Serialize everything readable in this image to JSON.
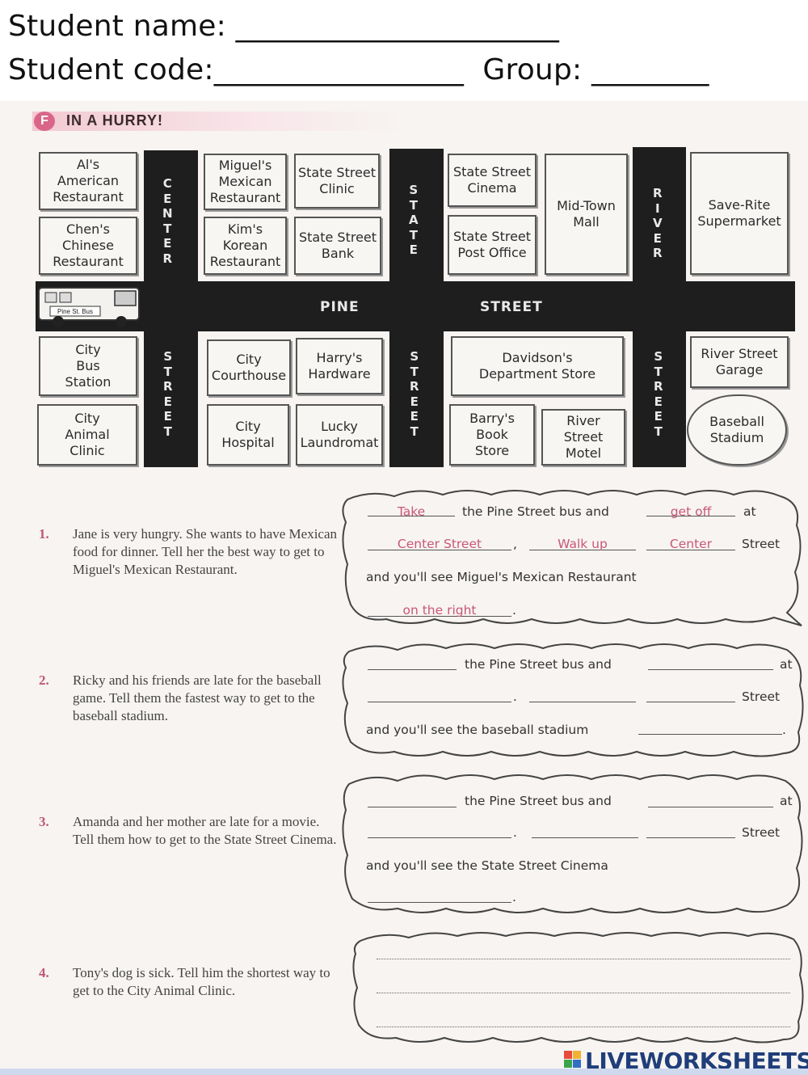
{
  "header": {
    "student_name": "Student name: ______________________",
    "student_code": "Student code:_________________  Group: ________"
  },
  "section": {
    "badge": "F",
    "title": "IN A HURRY!"
  },
  "map": {
    "streets": {
      "center": [
        "C",
        "E",
        "N",
        "T",
        "E",
        "R"
      ],
      "state": [
        "S",
        "T",
        "A",
        "T",
        "E"
      ],
      "river": [
        "R",
        "I",
        "V",
        "E",
        "R"
      ],
      "street_lower_1": [
        "S",
        "T",
        "R",
        "E",
        "E",
        "T"
      ],
      "street_lower_2": [
        "S",
        "T",
        "R",
        "E",
        "E",
        "T"
      ],
      "street_lower_3": [
        "S",
        "T",
        "R",
        "E",
        "E",
        "T"
      ],
      "pine": "PINE",
      "pine_street": "STREET"
    },
    "bus_sign": "Pine St. Bus",
    "buildings": {
      "als": "Al's\nAmerican\nRestaurant",
      "chens": "Chen's\nChinese\nRestaurant",
      "miguels": "Miguel's\nMexican\nRestaurant",
      "kims": "Kim's\nKorean\nRestaurant",
      "clinic": "State Street\nClinic",
      "bank": "State Street\nBank",
      "cinema": "State Street\nCinema",
      "post": "State Street\nPost Office",
      "mall": "Mid-Town\nMall",
      "saverite": "Save-Rite\nSupermarket",
      "busstation": "City\nBus\nStation",
      "animal": "City\nAnimal\nClinic",
      "courthouse": "City\nCourthouse",
      "hospital": "City\nHospital",
      "hardware": "Harry's\nHardware",
      "laundromat": "Lucky\nLaundromat",
      "davidsons": "Davidson's\nDepartment Store",
      "barrys": "Barry's\nBook\nStore",
      "motel": "River\nStreet\nMotel",
      "garage": "River Street\nGarage",
      "stadium": "Baseball\nStadium"
    }
  },
  "questions": [
    {
      "num": "1.",
      "text": "Jane is very hungry. She wants to have Mexican food for dinner. Tell her the best way to get to Miguel's Mexican Restaurant.",
      "line1_mid": "the Pine Street bus and",
      "line1_end": "at",
      "line2_end": "Street",
      "line3": "and you'll see Miguel's Mexican Restaurant",
      "answers": [
        "Take",
        "get off",
        "Center Street",
        "Walk up",
        "Center",
        "on the right"
      ],
      "comma": ",",
      "period": "."
    },
    {
      "num": "2.",
      "text": "Ricky and his friends are late for the baseball game. Tell them the fastest way to get to the baseball stadium.",
      "line1_mid": "the Pine Street bus and",
      "line1_end": "at",
      "line2_end": "Street",
      "line3": "and you'll see the baseball stadium"
    },
    {
      "num": "3.",
      "text": "Amanda and her mother are late for a movie. Tell them how to get to the State Street Cinema.",
      "line1_mid": "the Pine Street bus and",
      "line1_end": "at",
      "line2_end": "Street",
      "line3": "and you'll see the State Street Cinema"
    },
    {
      "num": "4.",
      "text": "Tony's dog is sick. Tell him the shortest way to get to the City Animal Clinic."
    }
  ],
  "watermark": "LIVEWORKSHEETS"
}
